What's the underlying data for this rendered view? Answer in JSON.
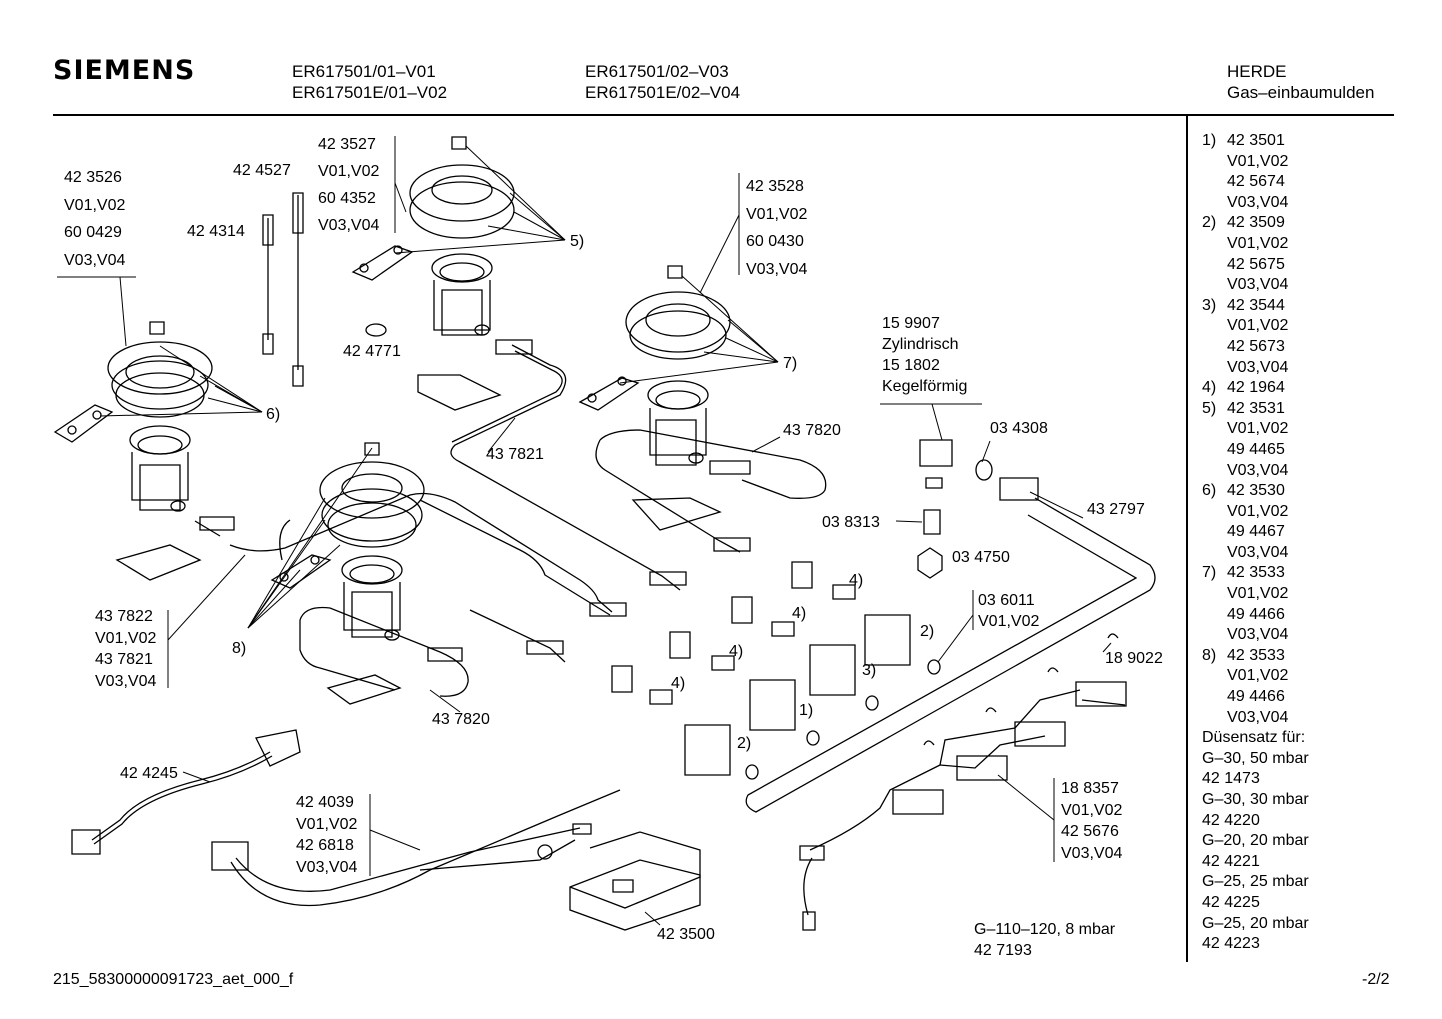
{
  "header": {
    "brand": "SIEMENS",
    "models_col1": [
      "ER617501/01–V01",
      "ER617501E/01–V02"
    ],
    "models_col2": [
      "ER617501/02–V03",
      "ER617501E/02–V04"
    ],
    "category": [
      "HERDE",
      "Gas–einbaumulden"
    ]
  },
  "labels": {
    "l_423526": [
      "42 3526",
      "V01,V02",
      "60 0429",
      "V03,V04"
    ],
    "l_424314": "42 4314",
    "l_424527": "42 4527",
    "l_423527": [
      "42 3527",
      "V01,V02",
      "60 4352",
      "V03,V04"
    ],
    "l_424771": "42 4771",
    "l_423528": [
      "42 3528",
      "V01,V02",
      "60 0430",
      "V03,V04"
    ],
    "l_cyl": [
      "15 9907",
      "Zylindrisch",
      "15 1802",
      "Kegelförmig"
    ],
    "l_034308": "03 4308",
    "l_437821a": "43 7821",
    "l_437820a": "43 7820",
    "l_432797": "43 2797",
    "l_038313": "03 8313",
    "l_034750": "03 4750",
    "l_036011": [
      "03 6011",
      "V01,V02"
    ],
    "l_189022": "18 9022",
    "l_437822": [
      "43 7822",
      "V01,V02",
      "43 7821",
      "V03,V04"
    ],
    "l_437820b": "43 7820",
    "l_424245": "42 4245",
    "l_424039": [
      "42 4039",
      "V01,V02",
      "42 6818",
      "V03,V04"
    ],
    "l_188357": [
      "18 8357",
      "V01,V02",
      "42 5676",
      "V03,V04"
    ],
    "l_423500": "42 3500",
    "l_g110": [
      "G–110–120, 8 mbar",
      "42 7193"
    ],
    "c5": "5)",
    "c6": "6)",
    "c7": "7)",
    "c8": "8)",
    "c4a": "4)",
    "c4b": "4)",
    "c4c": "4)",
    "c4d": "4)",
    "c1": "1)",
    "c2a": "2)",
    "c2b": "2)",
    "c3": "3)"
  },
  "sidebar": [
    {
      "n": "1)",
      "v": "42 3501"
    },
    {
      "n": "",
      "v": "V01,V02"
    },
    {
      "n": "",
      "v": "42 5674"
    },
    {
      "n": "",
      "v": "V03,V04"
    },
    {
      "n": "2)",
      "v": "42 3509"
    },
    {
      "n": "",
      "v": "V01,V02"
    },
    {
      "n": "",
      "v": "42 5675"
    },
    {
      "n": "",
      "v": "V03,V04"
    },
    {
      "n": "3)",
      "v": "42 3544"
    },
    {
      "n": "",
      "v": "V01,V02"
    },
    {
      "n": "",
      "v": "42 5673"
    },
    {
      "n": "",
      "v": "V03,V04"
    },
    {
      "n": "4)",
      "v": "42 1964"
    },
    {
      "n": "5)",
      "v": "42 3531"
    },
    {
      "n": "",
      "v": "V01,V02"
    },
    {
      "n": "",
      "v": "49 4465"
    },
    {
      "n": "",
      "v": "V03,V04"
    },
    {
      "n": "6)",
      "v": "42 3530"
    },
    {
      "n": "",
      "v": "V01,V02"
    },
    {
      "n": "",
      "v": "49 4467"
    },
    {
      "n": "",
      "v": "V03,V04"
    },
    {
      "n": "7)",
      "v": "42 3533"
    },
    {
      "n": "",
      "v": "V01,V02"
    },
    {
      "n": "",
      "v": "49 4466"
    },
    {
      "n": "",
      "v": "V03,V04"
    },
    {
      "n": "8)",
      "v": "42 3533"
    },
    {
      "n": "",
      "v": "V01,V02"
    },
    {
      "n": "",
      "v": "49 4466"
    },
    {
      "n": "",
      "v": "V03,V04"
    }
  ],
  "sidebar_footer": [
    "Düsensatz für:",
    "G–30, 50 mbar",
    "42 1473",
    "G–30, 30 mbar",
    "42 4220",
    "G–20, 20 mbar",
    "42 4221",
    "G–25, 25 mbar",
    "42 4225",
    "G–25, 20 mbar",
    "42 4223"
  ],
  "footer": {
    "doc_id": "215_58300000091723_aet_000_f",
    "page": "-2/2"
  }
}
